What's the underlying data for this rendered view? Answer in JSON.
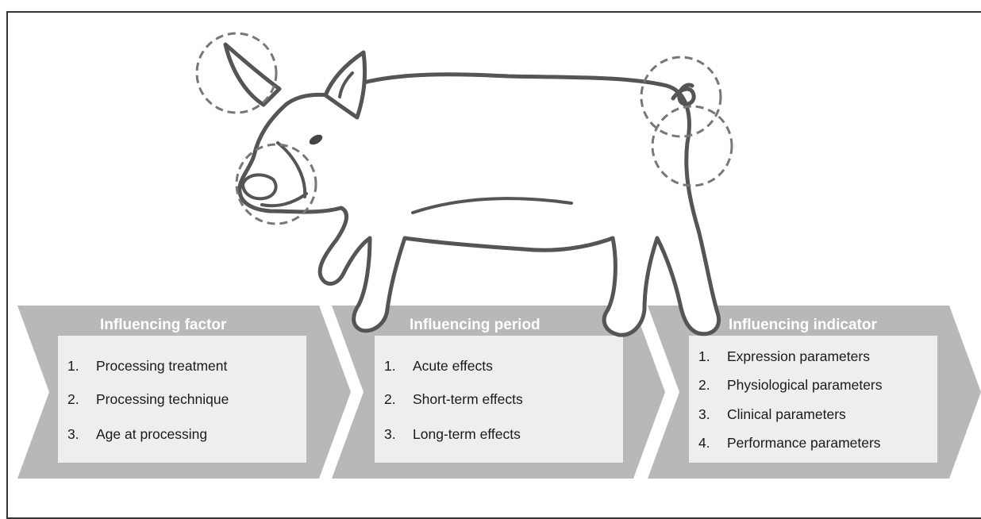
{
  "colors": {
    "arrow_fill": "#b8b8b8",
    "box_fill": "#eeeeee",
    "frame_stroke": "#333333",
    "pig_outline": "#555555",
    "pig_fill": "#ffffff",
    "circle_dash": "#777777"
  },
  "image": {
    "icon": "pig-illustration"
  },
  "stages": [
    {
      "title": "Influencing factor",
      "items": [
        {
          "num": "1.",
          "label": "Processing treatment"
        },
        {
          "num": "2.",
          "label": "Processing technique"
        },
        {
          "num": "3.",
          "label": "Age at processing"
        }
      ]
    },
    {
      "title": "Influencing period",
      "items": [
        {
          "num": "1.",
          "label": "Acute effects"
        },
        {
          "num": "2.",
          "label": "Short-term effects"
        },
        {
          "num": "3.",
          "label": "Long-term effects"
        }
      ]
    },
    {
      "title": "Influencing indicator",
      "items": [
        {
          "num": "1.",
          "label": "Expression parameters"
        },
        {
          "num": "2.",
          "label": "Physiological parameters"
        },
        {
          "num": "3.",
          "label": "Clinical parameters"
        },
        {
          "num": "4.",
          "label": "Performance parameters"
        }
      ]
    }
  ]
}
